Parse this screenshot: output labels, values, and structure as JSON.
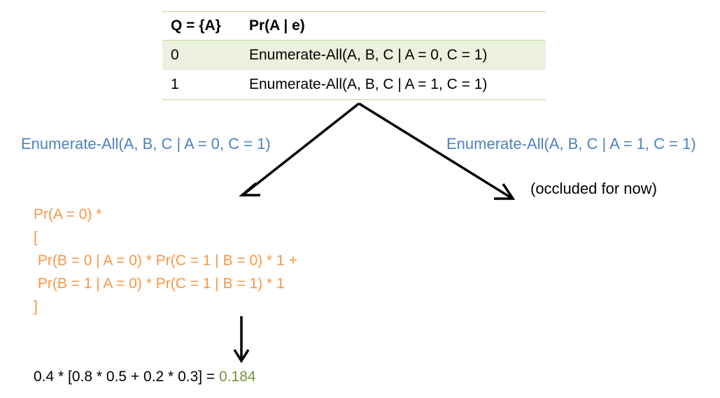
{
  "table": {
    "header": {
      "col1": "Q = {A}",
      "col2": "Pr(A | e)"
    },
    "rows": [
      {
        "q": "0",
        "expr": "Enumerate-All(A, B, C | A = 0, C = 1)"
      },
      {
        "q": "1",
        "expr": "Enumerate-All(A, B, C | A = 1, C = 1)"
      }
    ]
  },
  "left_branch_label": "Enumerate-All(A, B, C | A = 0, C = 1)",
  "right_branch_label": "Enumerate-All(A, B, C | A = 1, C = 1)",
  "right_note": "(occluded for now)",
  "formula": [
    "Pr(A = 0) *",
    "[",
    " Pr(B = 0 | A = 0) * Pr(C = 1 | B = 0) * 1 +",
    " Pr(B = 1 | A = 0) * Pr(C = 1 | B = 1) * 1",
    "]"
  ],
  "result": {
    "expression": "0.4 * [0.8 * 0.5 + 0.2 * 0.3] = ",
    "value": "0.184"
  },
  "colors": {
    "label_blue": "#4f81bd",
    "formula_orange": "#f79646",
    "result_green": "#77933c",
    "table_shade": "#ebf1de",
    "table_rule": "#c3d69b"
  }
}
